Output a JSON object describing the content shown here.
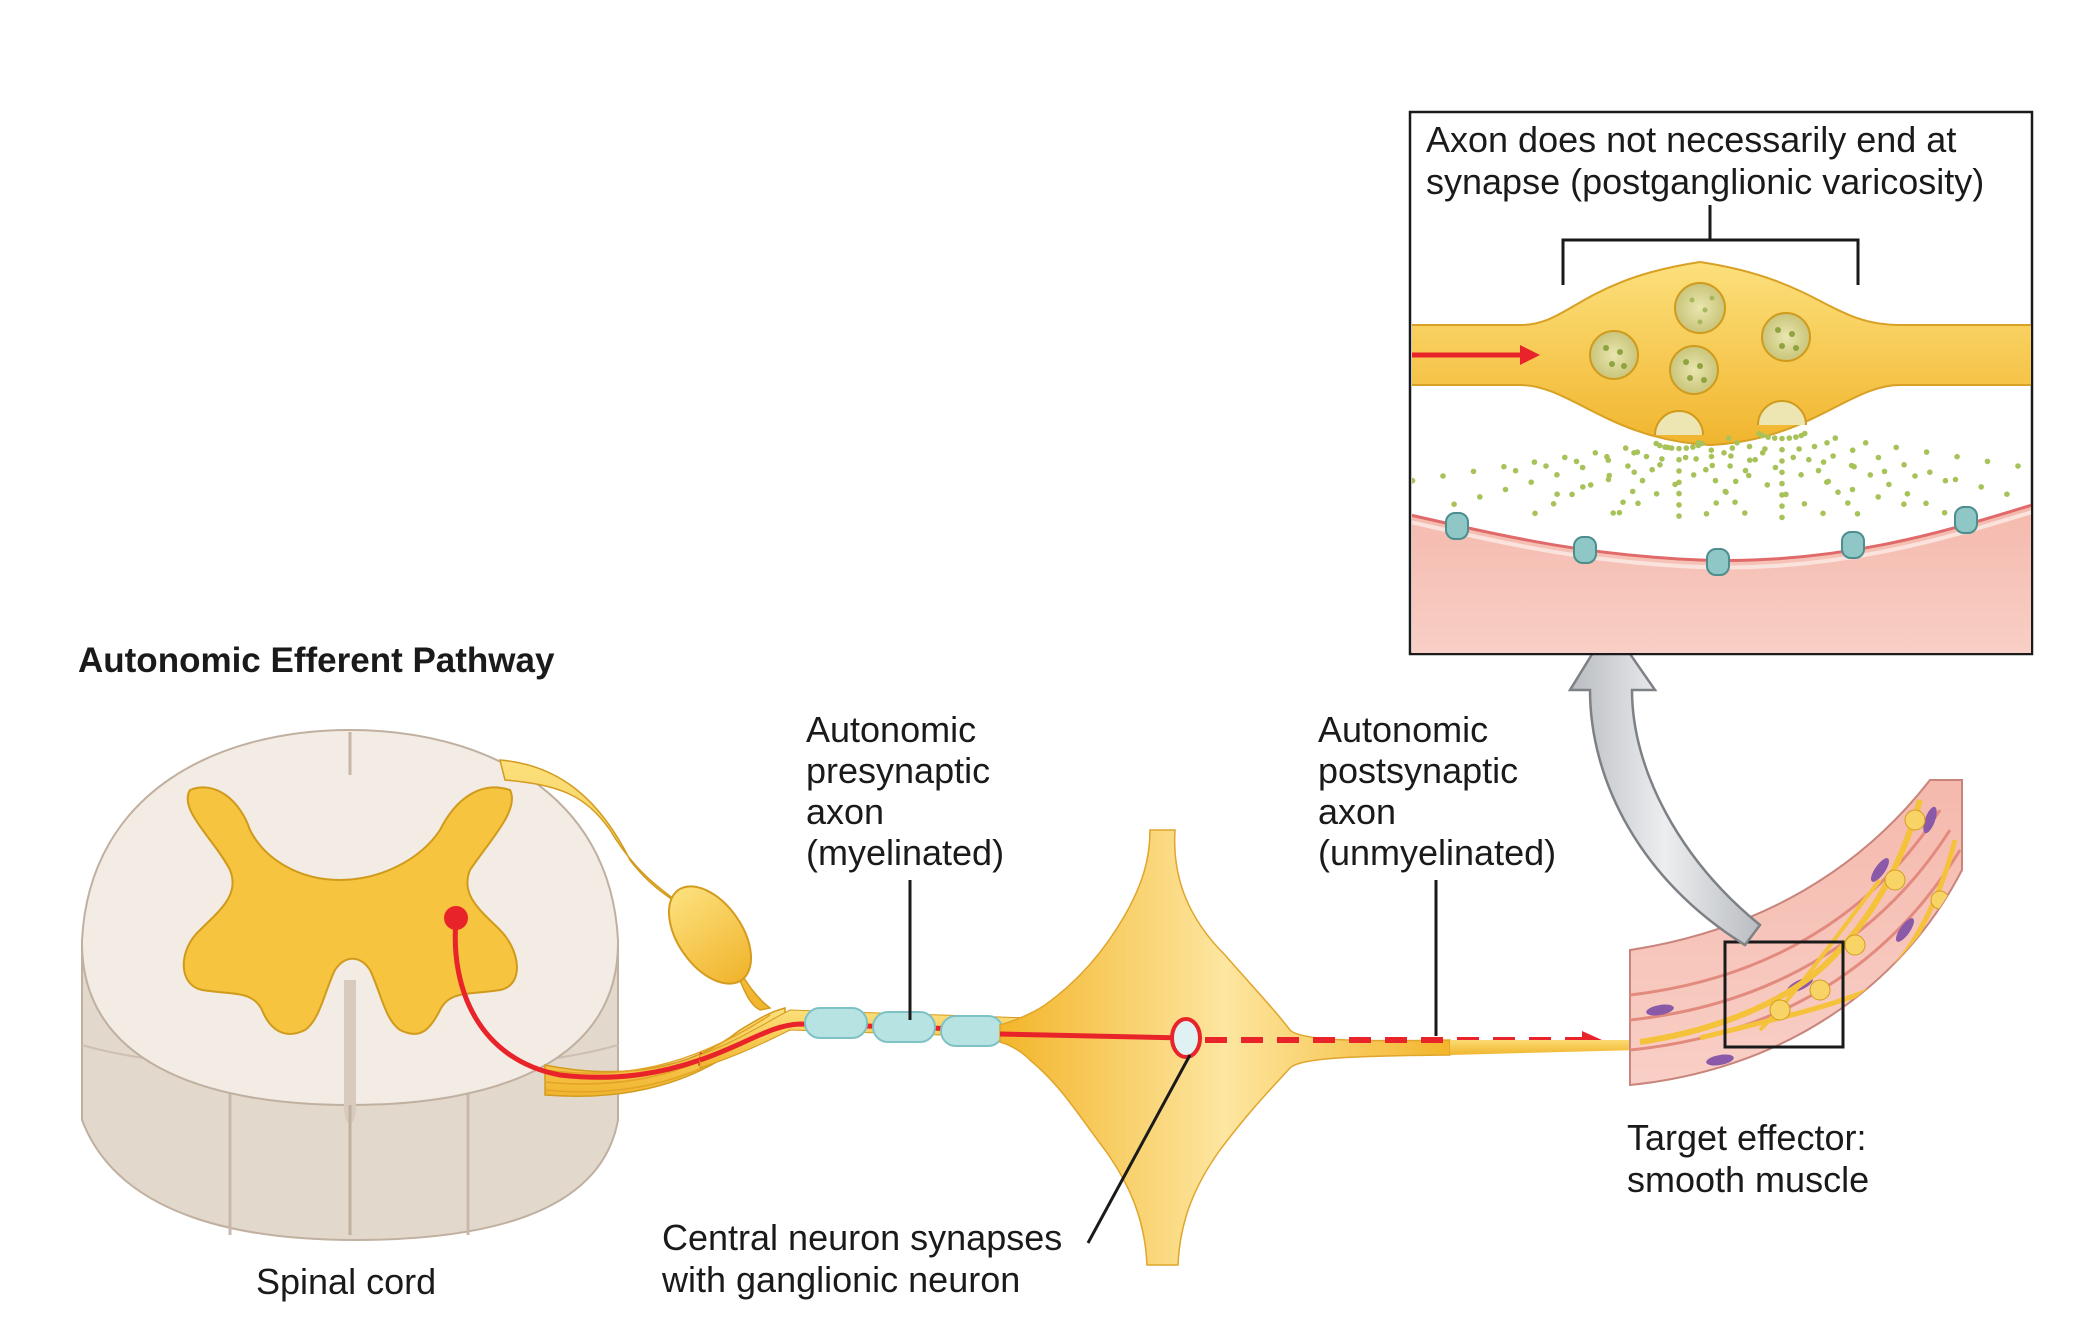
{
  "title": "Autonomic Efferent Pathway",
  "labels": {
    "spinal_cord": "Spinal cord",
    "presynaptic": [
      "Autonomic",
      "presynaptic",
      "axon",
      "(myelinated)"
    ],
    "postsynaptic": [
      "Autonomic",
      "postsynaptic",
      "axon",
      "(unmyelinated)"
    ],
    "central_neuron": [
      "Central neuron synapses",
      "with ganglionic neuron"
    ],
    "target": [
      "Target effector:",
      "smooth muscle"
    ],
    "inset": [
      "Axon does not necessarily end at",
      "synapse (postganglionic varicosity)"
    ]
  },
  "colors": {
    "axon_yellow": "#f5c23b",
    "axon_light": "#fbd86a",
    "pathway_red": "#e8242a",
    "spinal_white": "#f3ece4",
    "myelin": "#9fd6d8",
    "muscle_pink": "#f3a79b",
    "vesicle_green": "#a8b85a"
  }
}
